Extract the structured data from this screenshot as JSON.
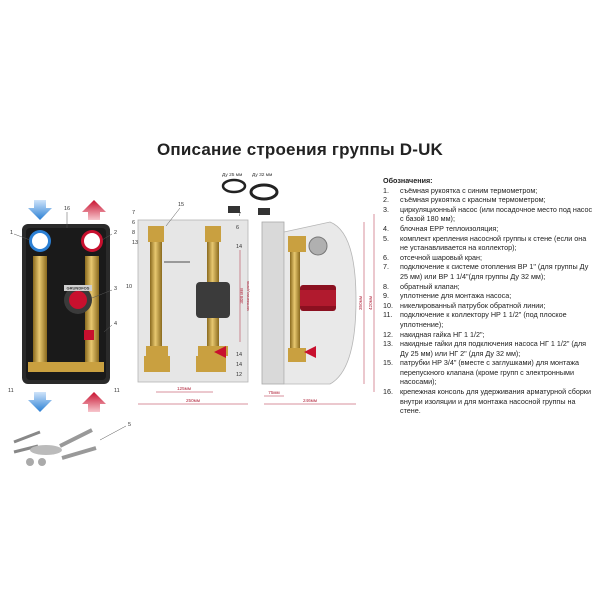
{
  "title": "Описание строения группы D-UK",
  "legend": {
    "heading": "Обозначения:",
    "items": [
      {
        "num": "1.",
        "text": "съёмная рукоятка с синим термометром;"
      },
      {
        "num": "2.",
        "text": "съёмная рукоятка с красным термометром;"
      },
      {
        "num": "3.",
        "text": "циркуляционный насос (или посадочное место под насос с базой 180 мм);"
      },
      {
        "num": "4.",
        "text": "блочная EPP теплоизоляция;"
      },
      {
        "num": "5.",
        "text": "комплект крепления насосной группы к стене (если она не устанавливается на коллектор);"
      },
      {
        "num": "6.",
        "text": "отсечной шаровый кран;"
      },
      {
        "num": "7.",
        "text": "подключение к системе отопления ВР 1\" (для группы Ду 25 мм) или ВР 1 1/4\"(для группы Ду 32 мм);"
      },
      {
        "num": "8.",
        "text": "обратный клапан;"
      },
      {
        "num": "9.",
        "text": "уплотнение для монтажа насоса;"
      },
      {
        "num": "10.",
        "text": "никелированный патрубок обратной линии;"
      },
      {
        "num": "11.",
        "text": "подключение к коллектору НР 1 1/2\" (под плоское уплотнение);"
      },
      {
        "num": "12.",
        "text": "накидная гайка НГ 1 1/2\";"
      },
      {
        "num": "13.",
        "text": "накидные гайки для подключения насоса НГ 1 1/2\" (для Ду 25 мм) или НГ 2\" (для Ду 32 мм);"
      },
      {
        "num": "15.",
        "text": "патрубки НР 3/4\" (вместе с заглушками) для монтажа перепускного клапана (кроме групп с электронными насосами);"
      },
      {
        "num": "16.",
        "text": "крепежная консоль для удерживания арматурной сборки внутри изоляции и для монтажа насосной группы на стене."
      }
    ]
  },
  "colors": {
    "accent": "#c8102e",
    "blue": "#2a7fd4",
    "brass": "#c9a040",
    "insulation": "#2a2a2a",
    "dimension": "#b0243a"
  },
  "callouts": {
    "left": [
      "1",
      "16",
      "2",
      "3",
      "4",
      "11",
      "11",
      "5"
    ],
    "middle": [
      "15",
      "7",
      "6",
      "8",
      "13",
      "10",
      "14",
      "6",
      "14",
      "14",
      "12"
    ]
  },
  "dimensions": {
    "du25": "Ду 25 мм",
    "du32": "Ду 32 мм",
    "w125": "125мм",
    "w250": "250мм",
    "h350": "350мм",
    "h420": "420мм",
    "w75": "75мм",
    "w246": "246мм",
    "pump_base": "308 мм",
    "pump_note": "монтажная длина"
  },
  "logo": "GRUNDFOS"
}
